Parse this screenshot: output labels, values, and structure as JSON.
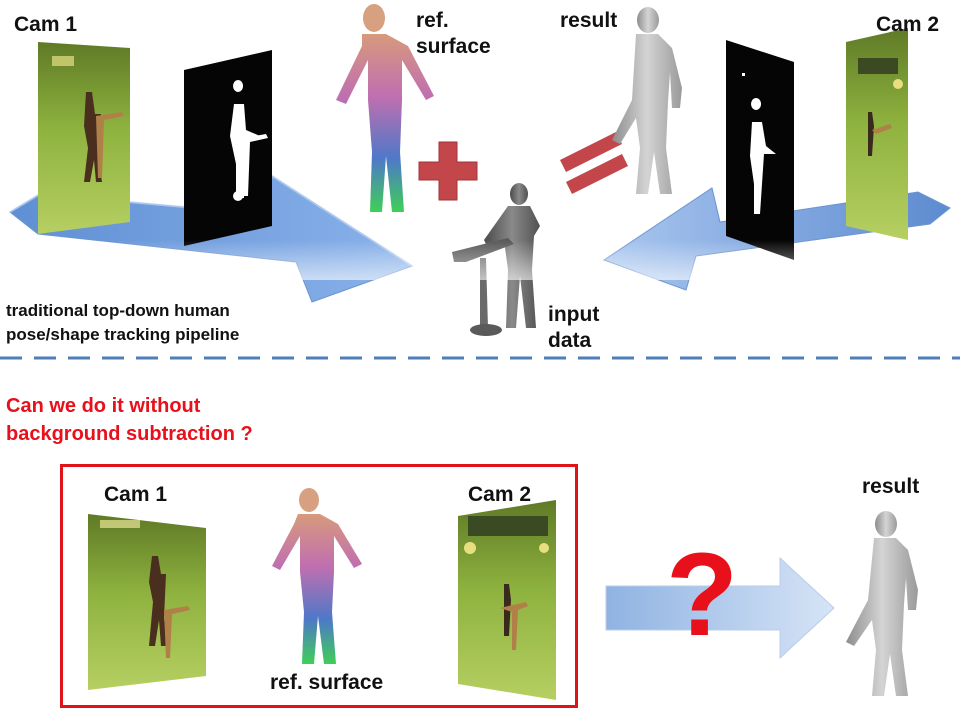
{
  "top": {
    "cam1": "Cam 1",
    "cam2": "Cam 2",
    "ref_surface_line1": "ref.",
    "ref_surface_line2": "surface",
    "result": "result",
    "input_line1": "input",
    "input_line2": "data",
    "pipeline_line1": "traditional top-down human",
    "pipeline_line2": "pose/shape tracking pipeline"
  },
  "question": {
    "line1": "Can we do it without",
    "line2": "background subtraction ?"
  },
  "bottom": {
    "cam1": "Cam 1",
    "cam2": "Cam 2",
    "ref_surface": "ref. surface",
    "result": "result",
    "question_mark": "?"
  },
  "colors": {
    "arrow_blue": "#7aa2dc",
    "plus_red": "#c2464a",
    "question_red": "#e8101a",
    "frame_red": "#e01418",
    "dash_blue": "#4f7fb8",
    "green_screen": "#8fb24a"
  }
}
